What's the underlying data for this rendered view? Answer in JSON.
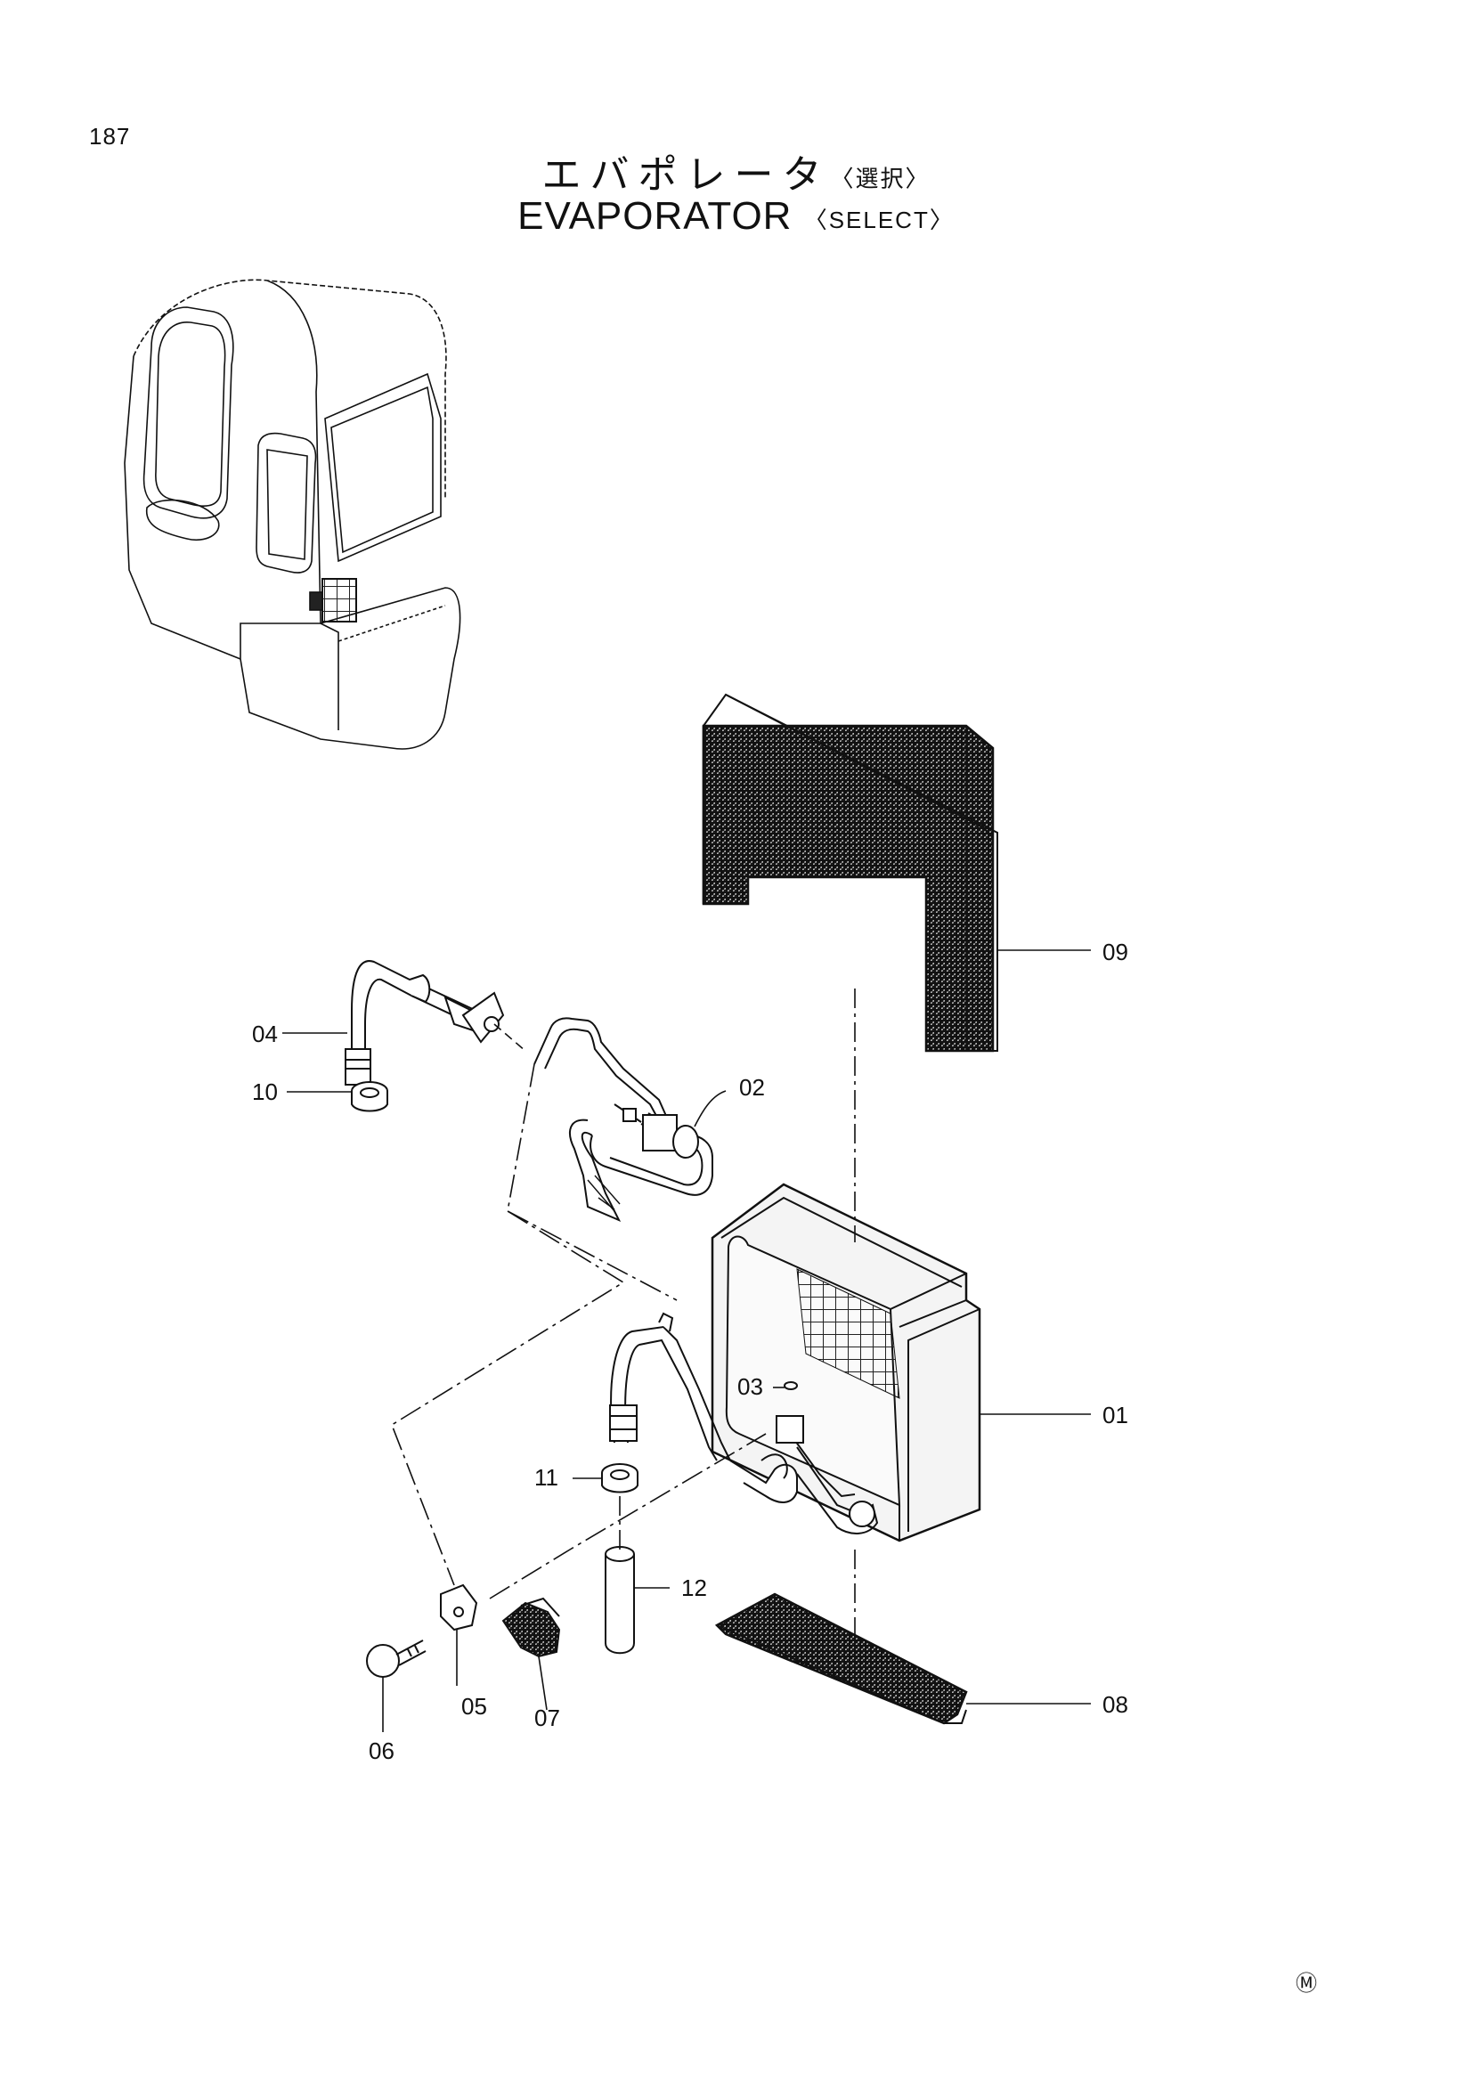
{
  "page_number": "187",
  "title": {
    "jp_main": "エバポレータ",
    "jp_sub": "〈選択〉",
    "en_main": "EVAPORATOR",
    "en_sub": "〈SELECT〉"
  },
  "callouts": [
    "01",
    "02",
    "03",
    "04",
    "05",
    "06",
    "07",
    "08",
    "09",
    "10",
    "11",
    "12"
  ],
  "footer_mark": "Ⓜ"
}
